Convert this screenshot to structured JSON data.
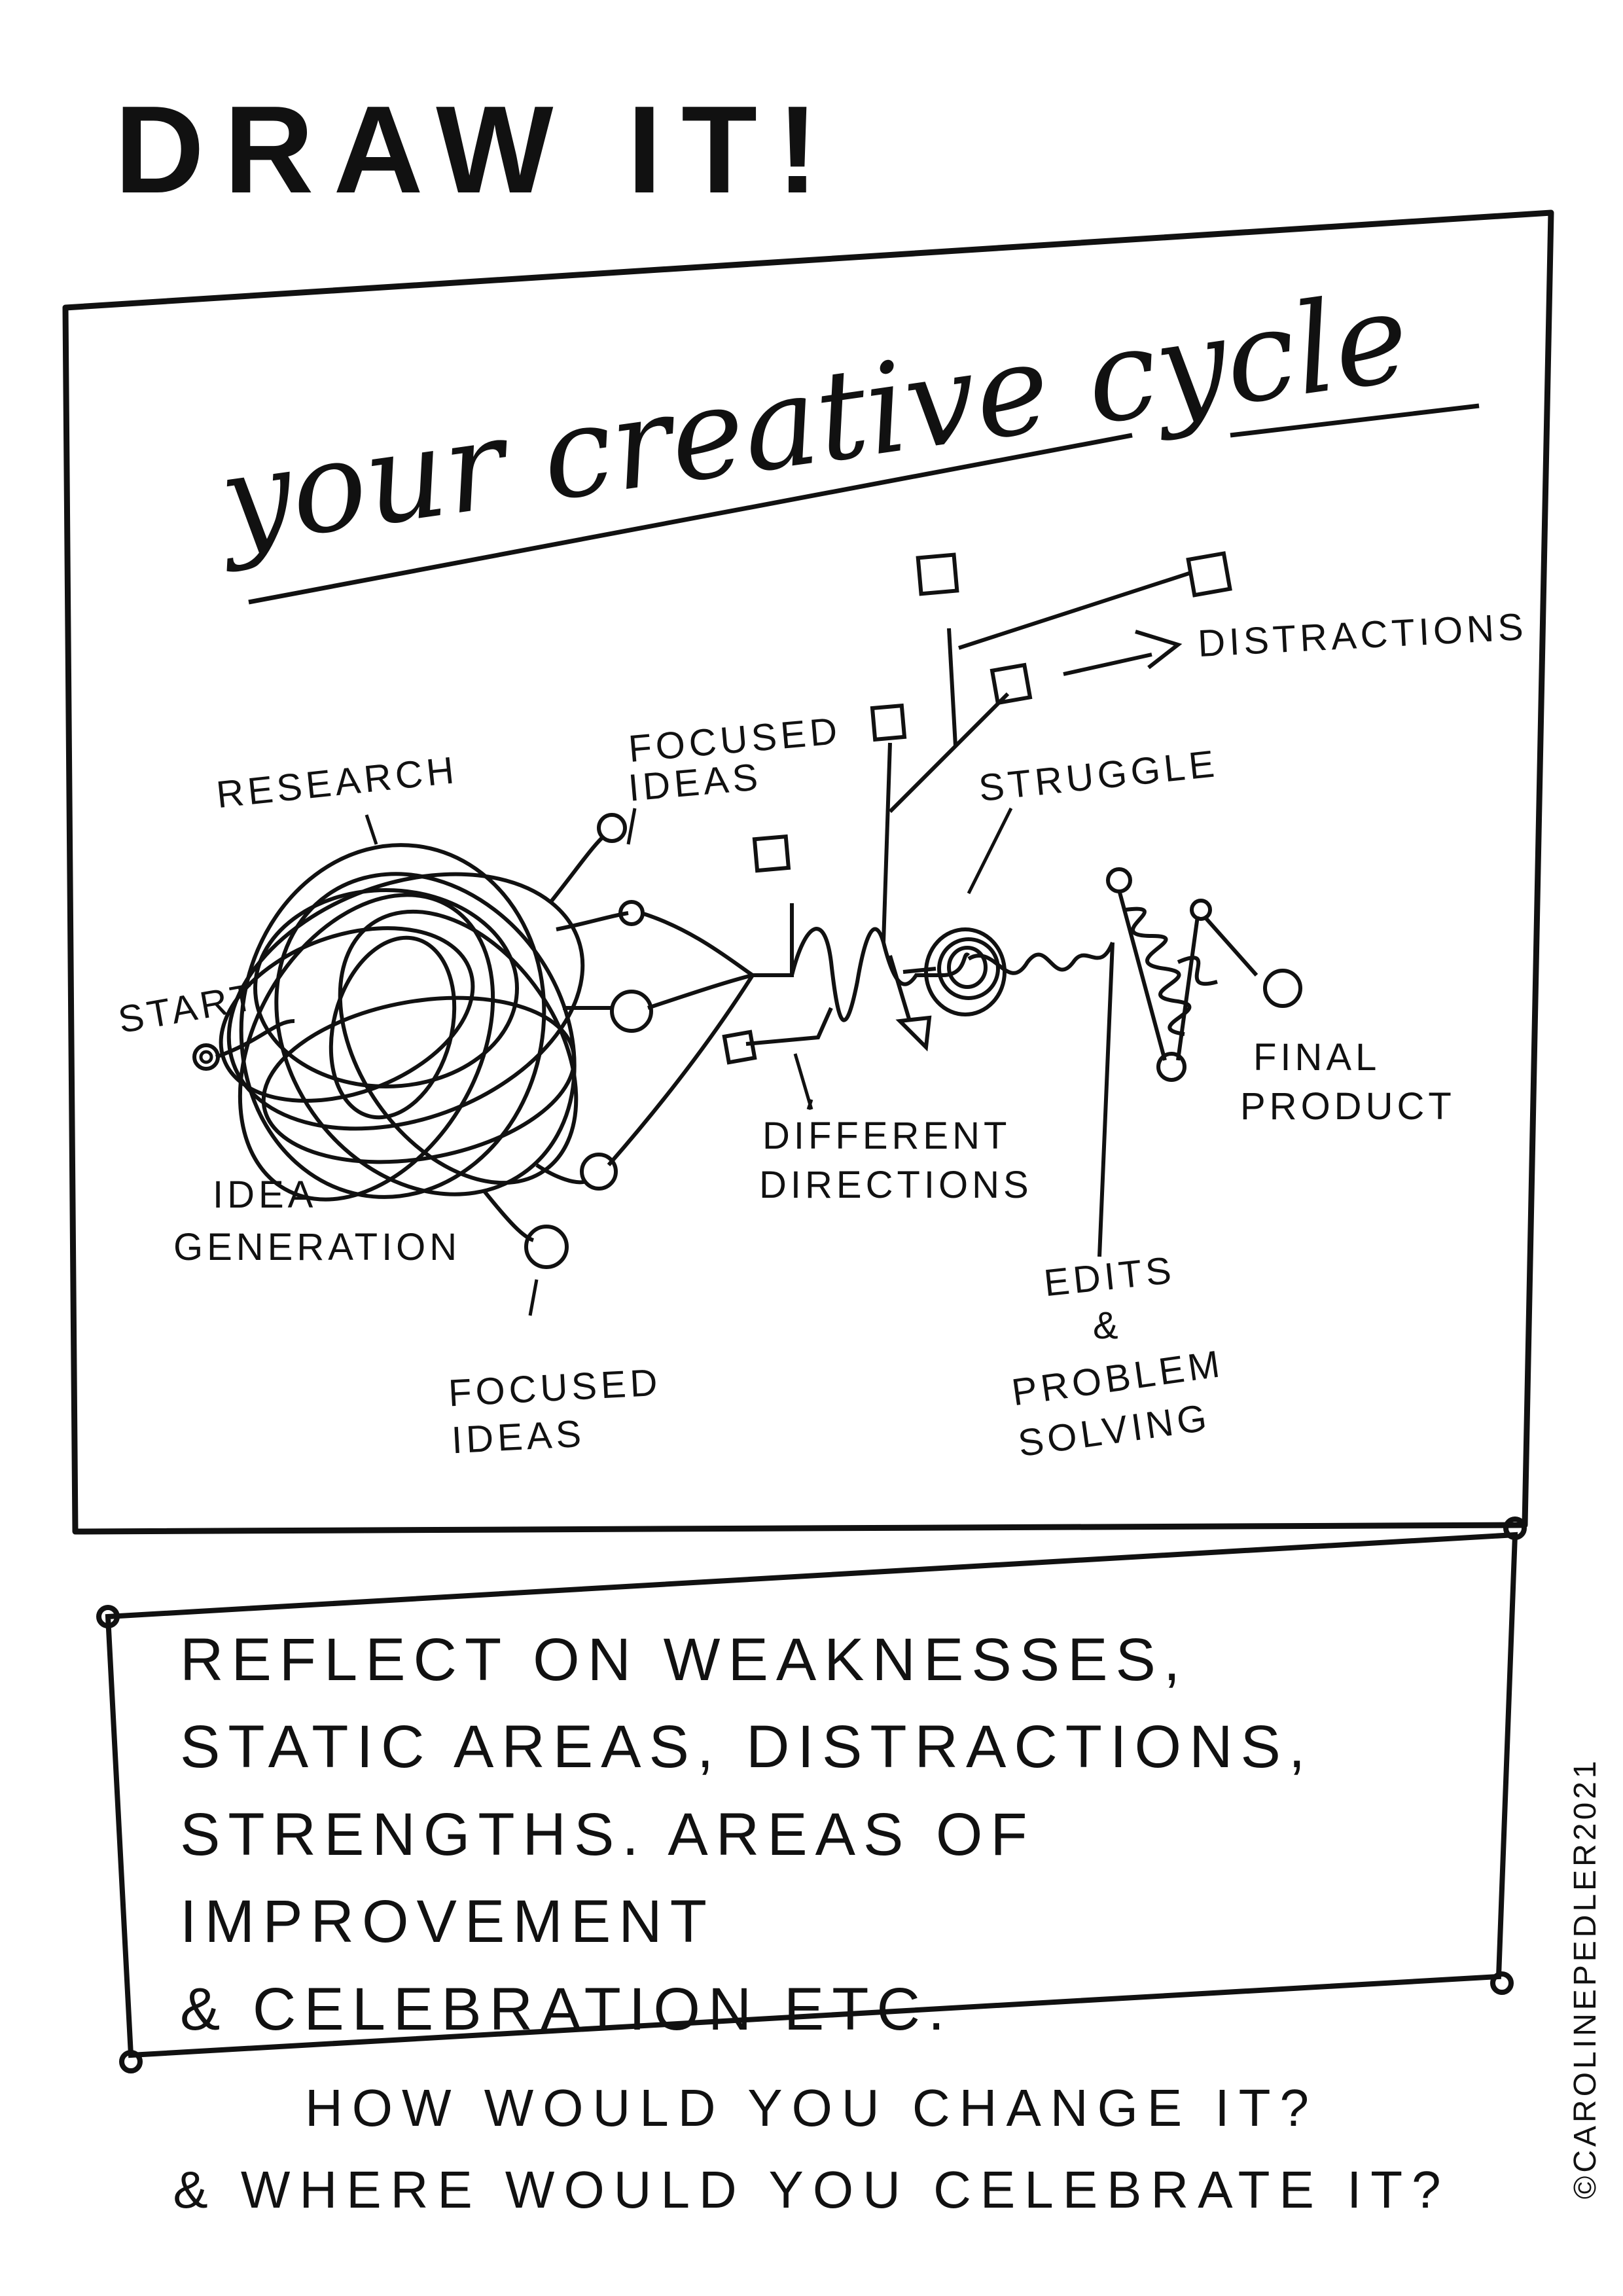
{
  "header": {
    "title": "DRAW  IT!"
  },
  "diagram": {
    "title": "your creative cycle",
    "labels": {
      "research": "RESEARCH",
      "start": "START",
      "idea_generation_1": "IDEA",
      "idea_generation_2": "GENERATION",
      "focused_ideas_top_1": "FOCUSED",
      "focused_ideas_top_2": "IDEAS",
      "focused_ideas_bottom_1": "FOCUSED",
      "focused_ideas_bottom_2": "IDEAS",
      "different_directions_1": "DIFFERENT",
      "different_directions_2": "DIRECTIONS",
      "distractions": "DISTRACTIONS",
      "struggle": "STRUGGLE",
      "final_product_1": "FINAL",
      "final_product_2": "PRODUCT",
      "edits_1": "EDITS",
      "edits_2": "&",
      "edits_3": "PROBLEM",
      "edits_4": "SOLVING"
    }
  },
  "reflection": {
    "line1": "REFLECT ON WEAKNESSES,",
    "line2": "STATIC AREAS, DISTRACTIONS,",
    "line3": "STRENGTHS. AREAS OF IMPROVEMENT",
    "line4": "& CELEBRATION ETC."
  },
  "questions": {
    "q1": "HOW WOULD YOU CHANGE IT?",
    "q2": "& WHERE WOULD YOU CELEBRATE IT?"
  },
  "credit": "©CAROLINEPEDLER2021"
}
